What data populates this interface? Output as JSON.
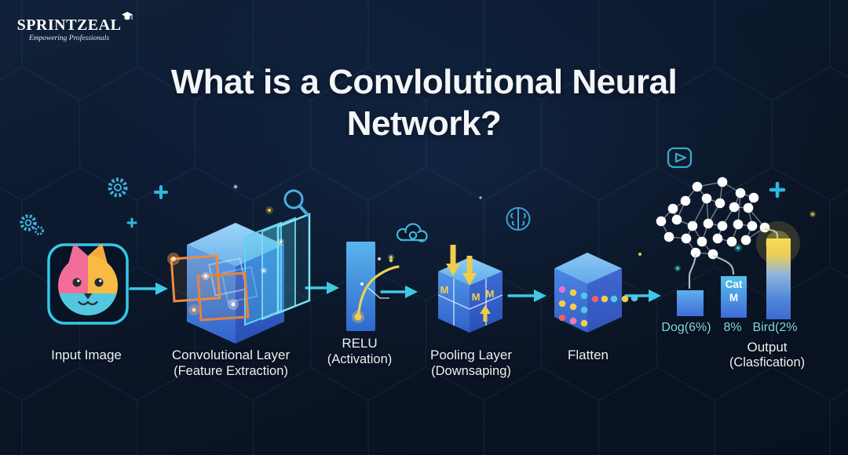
{
  "logo": {
    "name": "SPRINTZEAL",
    "tagline": "Empowering Professionals"
  },
  "title": {
    "line1": "What is a Convlolutional Neural",
    "line2": "Network?"
  },
  "stages": {
    "input": {
      "label": "Input Image"
    },
    "conv": {
      "label": "Convolutional Layer",
      "sublabel": "(Feature Extraction)"
    },
    "relu": {
      "label": "RELU",
      "sublabel": "(Activation)"
    },
    "pooling": {
      "label": "Pooling Layer",
      "sublabel": "(Downsaping)",
      "cell_letter": "M"
    },
    "flatten": {
      "label": "Flatten"
    },
    "output": {
      "label": "Output",
      "sublabel": "(Clasfication)"
    }
  },
  "output_bars": {
    "dog": {
      "label": "Dog(6%)",
      "value_pct": 6
    },
    "cat": {
      "label": "8%",
      "bar_line1": "Cat",
      "bar_line2": "M",
      "value_pct": 8
    },
    "bird": {
      "label": "Bird(2%",
      "value_pct": 2
    }
  },
  "icons": [
    "gear-icon",
    "plus-icon",
    "magnifier-icon",
    "cloud-icon",
    "brain-icon",
    "play-icon",
    "graduation-cap-icon",
    "cat-icon"
  ],
  "colors": {
    "background": "#0a1424",
    "accent_cyan": "#3ec9e4",
    "cube_blue": "#3e76d8",
    "kernel_orange": "#ee8c3e",
    "highlight_yellow": "#f0cc4a",
    "label_cyan": "#83d5e9"
  }
}
